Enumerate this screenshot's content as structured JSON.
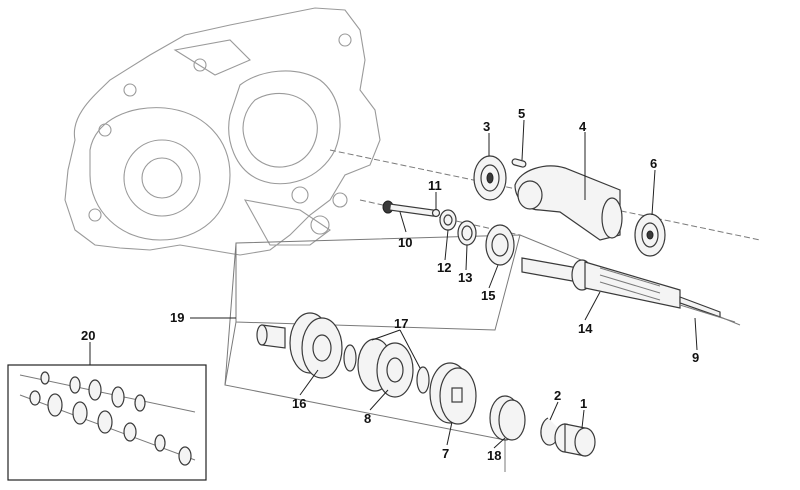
{
  "callouts": [
    {
      "id": "1",
      "text": "1"
    },
    {
      "id": "2",
      "text": "2"
    },
    {
      "id": "3",
      "text": "3"
    },
    {
      "id": "4",
      "text": "4"
    },
    {
      "id": "5",
      "text": "5"
    },
    {
      "id": "6",
      "text": "6"
    },
    {
      "id": "7",
      "text": "7"
    },
    {
      "id": "8",
      "text": "8"
    },
    {
      "id": "9",
      "text": "9"
    },
    {
      "id": "10",
      "text": "10"
    },
    {
      "id": "11",
      "text": "11"
    },
    {
      "id": "12",
      "text": "12"
    },
    {
      "id": "13",
      "text": "13"
    },
    {
      "id": "14",
      "text": "14"
    },
    {
      "id": "15",
      "text": "15"
    },
    {
      "id": "16",
      "text": "16"
    },
    {
      "id": "17",
      "text": "17"
    },
    {
      "id": "18",
      "text": "18"
    },
    {
      "id": "19",
      "text": "19"
    },
    {
      "id": "20",
      "text": "20"
    }
  ]
}
